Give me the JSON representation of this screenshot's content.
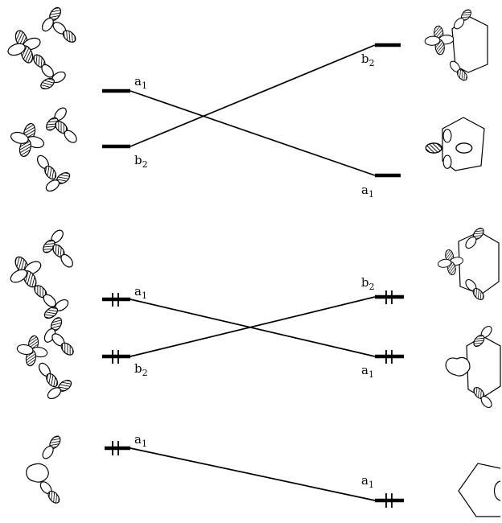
{
  "labels": {
    "top_left_a1": {
      "sym": "a",
      "sub": "1"
    },
    "top_left_b2": {
      "sym": "b",
      "sub": "2"
    },
    "top_right_b2": {
      "sym": "b",
      "sub": "2"
    },
    "top_right_a1": {
      "sym": "a",
      "sub": "1"
    },
    "mid_left_a1": {
      "sym": "a",
      "sub": "1"
    },
    "mid_left_b2": {
      "sym": "b",
      "sub": "2"
    },
    "mid_right_b2": {
      "sym": "b",
      "sub": "2"
    },
    "mid_right_a1": {
      "sym": "a",
      "sub": "1"
    },
    "bot_left_a1": {
      "sym": "a",
      "sub": "1"
    },
    "bot_right_a1": {
      "sym": "a",
      "sub": "1"
    }
  },
  "levels": [
    {
      "group": "top",
      "side": "left",
      "symmetry": "a1",
      "electrons": 0
    },
    {
      "group": "top",
      "side": "left",
      "symmetry": "b2",
      "electrons": 0
    },
    {
      "group": "top",
      "side": "right",
      "symmetry": "b2",
      "electrons": 0
    },
    {
      "group": "top",
      "side": "right",
      "symmetry": "a1",
      "electrons": 0
    },
    {
      "group": "middle",
      "side": "left",
      "symmetry": "a1",
      "electrons": 2
    },
    {
      "group": "middle",
      "side": "left",
      "symmetry": "b2",
      "electrons": 2
    },
    {
      "group": "middle",
      "side": "right",
      "symmetry": "b2",
      "electrons": 2
    },
    {
      "group": "middle",
      "side": "right",
      "symmetry": "a1",
      "electrons": 2
    },
    {
      "group": "bottom",
      "side": "left",
      "symmetry": "a1",
      "electrons": 2
    },
    {
      "group": "bottom",
      "side": "right",
      "symmetry": "a1",
      "electrons": 2
    }
  ],
  "colors": {
    "ink": "#000000",
    "background": "#ffffff",
    "hatch": "#000000"
  }
}
